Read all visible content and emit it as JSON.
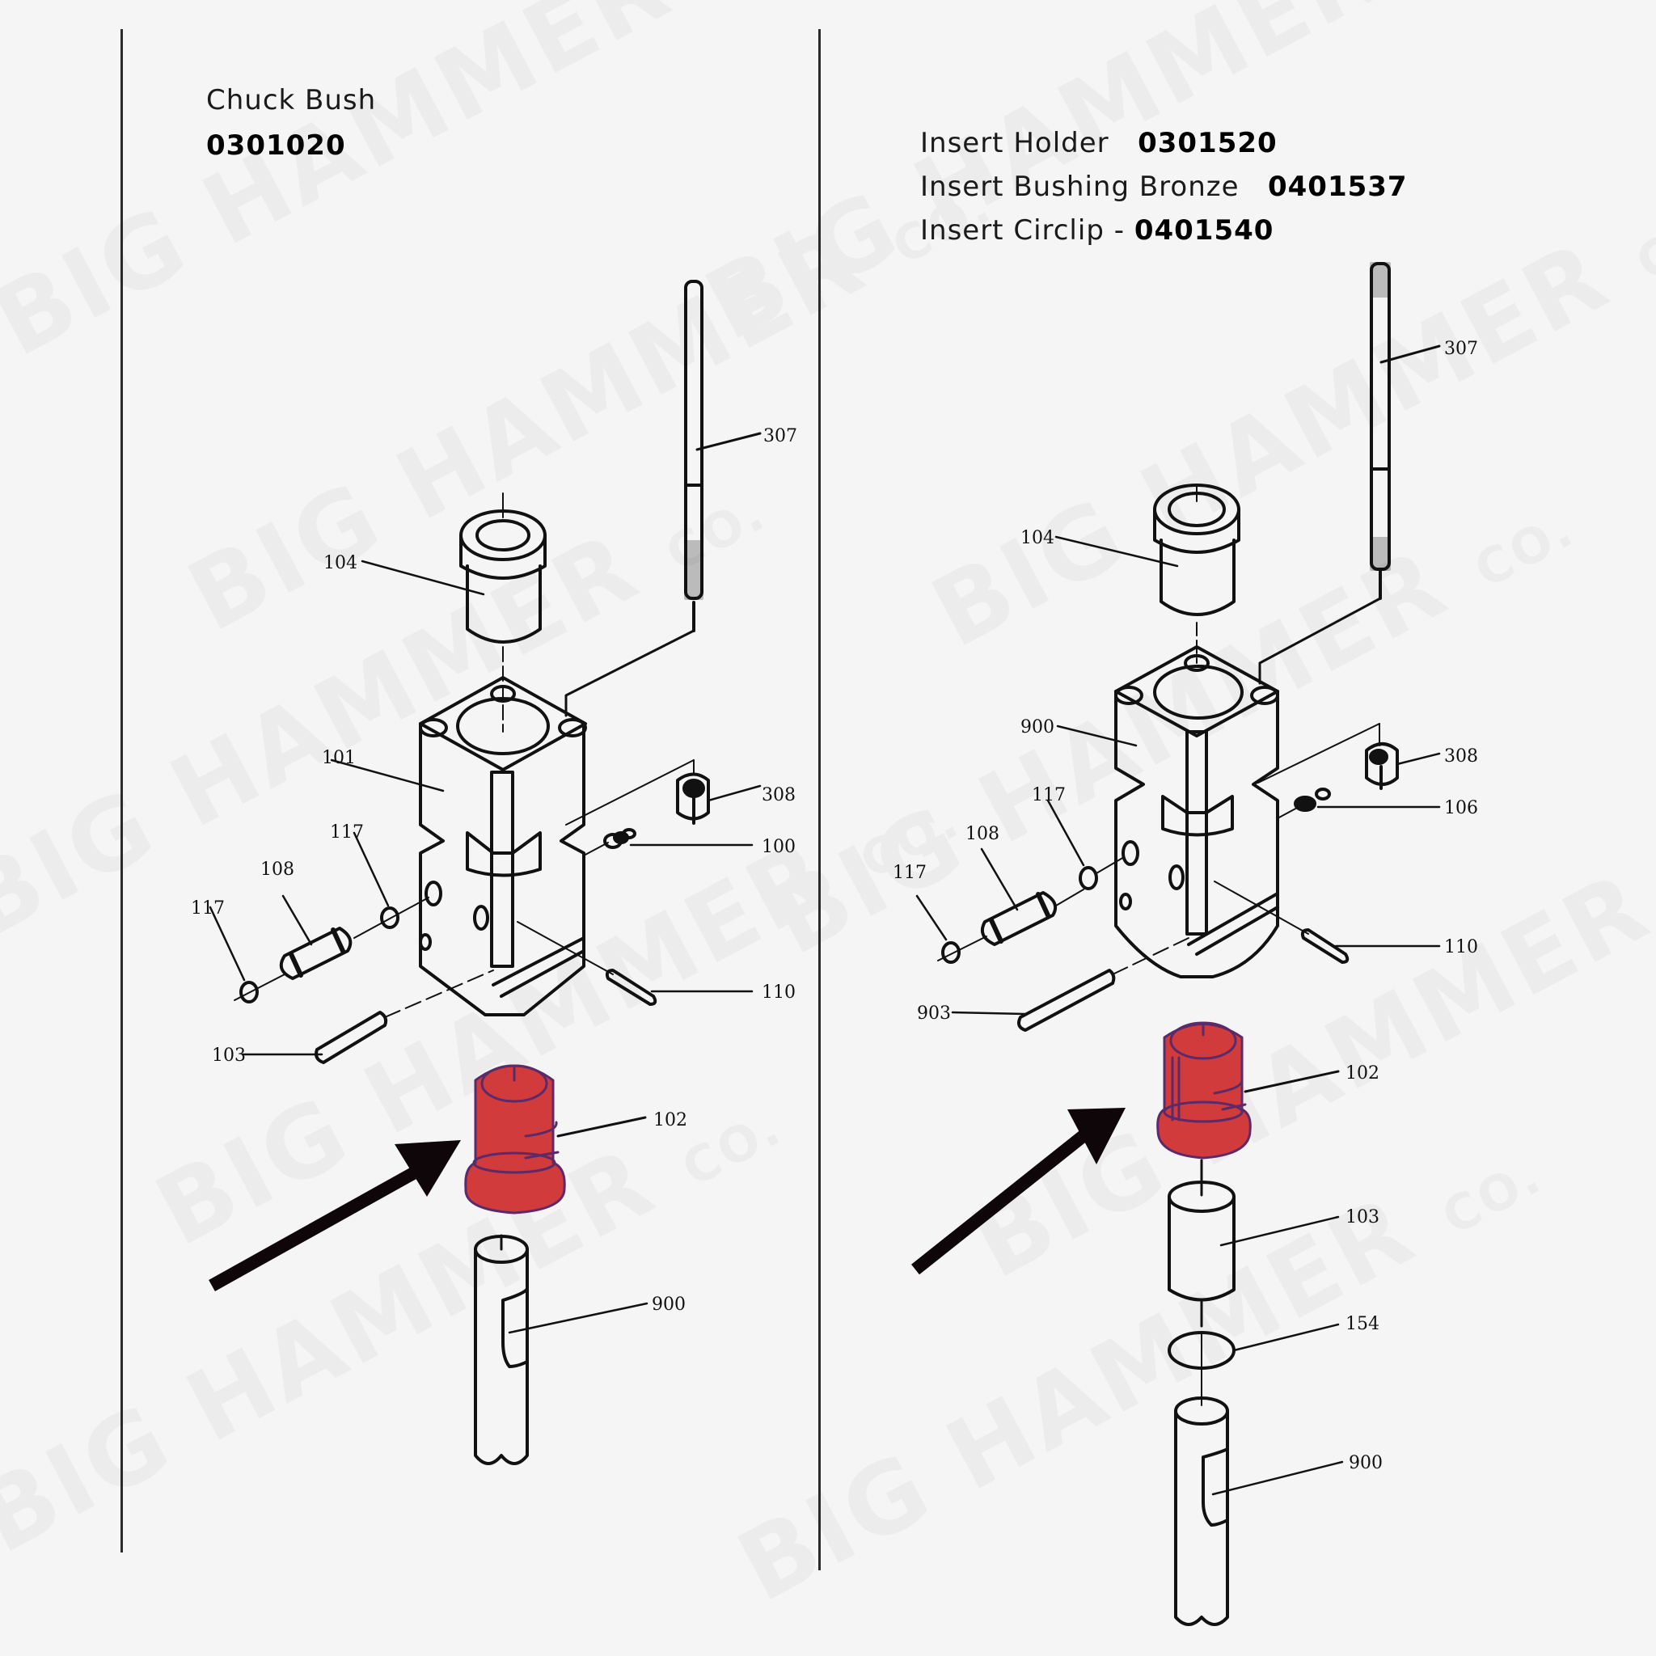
{
  "watermark": {
    "brand": "BIG HAMMER",
    "suffix": "CO."
  },
  "left_panel": {
    "title": "Chuck Bush",
    "part_number": "0301020",
    "highlighted_callout": "102",
    "callouts": [
      "307",
      "104",
      "101",
      "308",
      "100",
      "117",
      "108",
      "117",
      "110",
      "103",
      "102",
      "900"
    ]
  },
  "right_panel": {
    "items": [
      {
        "label": "Insert Holder",
        "separator": "",
        "part_number": "0301520"
      },
      {
        "label": "Insert Bushing Bronze",
        "separator": "",
        "part_number": "0401537"
      },
      {
        "label": "Insert Circlip -",
        "separator": "",
        "part_number": "0401540"
      }
    ],
    "highlighted_callout": "102",
    "callouts": [
      "307",
      "104",
      "900",
      "308",
      "106",
      "117",
      "108",
      "117",
      "110",
      "903",
      "102",
      "103",
      "154",
      "900"
    ]
  },
  "colors": {
    "highlight": "#d13b3b",
    "highlight_outline": "#5a2a6a",
    "line": "#111111",
    "background": "#f6f5f6",
    "arrow": "#0e0608"
  }
}
